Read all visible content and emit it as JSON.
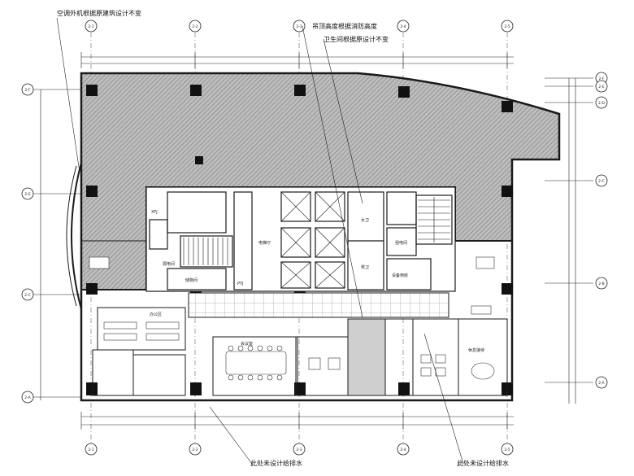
{
  "notes": {
    "top_left": "空调外机根据原建筑设计不变",
    "top_center_1": "吊顶高度根据消防高度",
    "top_center_2": "卫生间根据原设计不变",
    "bottom_1": "此处未设计给排水",
    "bottom_2": "此处未设计给排水"
  },
  "axes": {
    "top": [
      "2-1",
      "2-2",
      "2-3",
      "2-4",
      "2-5"
    ],
    "bottom": [
      "2-1",
      "2-2",
      "2-3",
      "2-4",
      "2-5"
    ],
    "left": [
      "2-F",
      "2-E",
      "2-C",
      "2-A"
    ],
    "right": [
      "2-F",
      "2-E",
      "2-D",
      "2-C",
      "2-B",
      "2-A"
    ]
  },
  "rooms": {
    "elevator_hall": "电梯厅",
    "restroom_f": "女卫",
    "restroom_m": "男卫",
    "storage": "储物间",
    "weak_elec": "弱电间",
    "strong_elec": "强电间",
    "equipment": "设备用房",
    "reception": "休息接待",
    "meeting": "会议室",
    "office": "办公区",
    "shaft": "PYJ",
    "fire_shaft": "XFJ"
  },
  "colors": {
    "line": "#1a1a1a",
    "hatch": "#8c8c8c",
    "zone": "#9a9a9a"
  }
}
